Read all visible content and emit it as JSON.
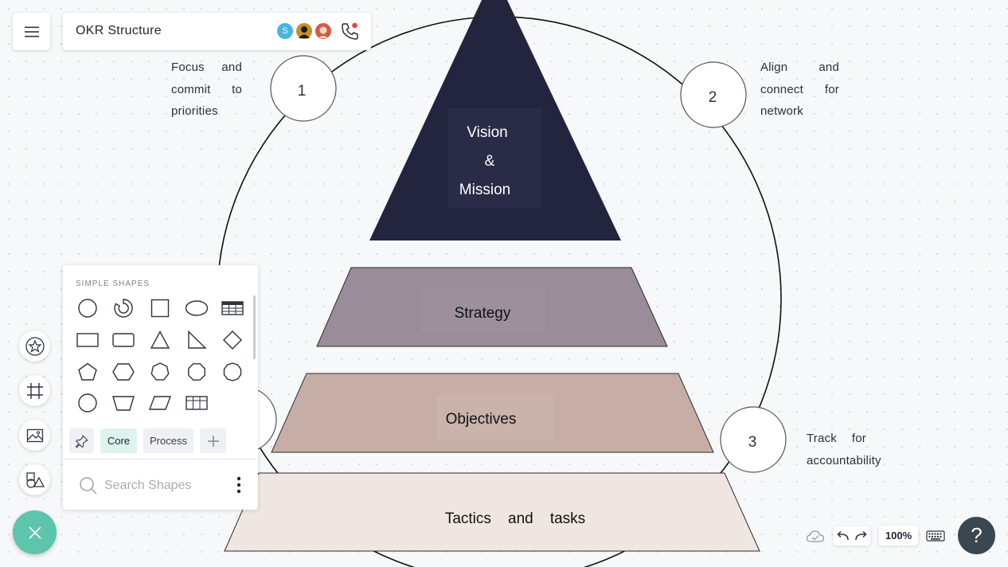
{
  "document": {
    "title": "OKR Structure"
  },
  "collaborators": [
    {
      "initial": "S",
      "color": "#4bb3e0"
    },
    {
      "initial": "",
      "color": "#c8902a"
    },
    {
      "initial": "",
      "color": "#d65a4a"
    }
  ],
  "diagram": {
    "pyramid": {
      "apex": {
        "lines": [
          "Vision",
          "&",
          "Mission"
        ],
        "color": "#23243d",
        "text_color": "#ffffff"
      },
      "strategy": {
        "label": "Strategy",
        "color": "#9a8c99"
      },
      "objectives": {
        "label": "Objectives",
        "color": "#c6aea7"
      },
      "tactics": {
        "label": "Tactics    and    tasks",
        "color": "#efe6e1"
      }
    },
    "markers": [
      {
        "number": "1",
        "text_lines": [
          "Focus and",
          "commit to",
          "priorities"
        ]
      },
      {
        "number": "2",
        "text_lines": [
          "Align and",
          "connect for",
          "network"
        ]
      },
      {
        "number": "3",
        "text_lines": [
          "Track for",
          "accountability"
        ]
      }
    ]
  },
  "shapes_panel": {
    "heading": "SIMPLE SHAPES",
    "shapes": [
      "circle",
      "partial-circle",
      "square",
      "ellipse",
      "table",
      "rectangle",
      "rounded-rectangle",
      "triangle",
      "right-triangle",
      "diamond",
      "pentagon",
      "hexagon",
      "heptagon",
      "octagon",
      "decagon",
      "dodecagon",
      "trapezoid",
      "parallelogram",
      "grid"
    ],
    "tabs": [
      {
        "label": "Core",
        "active": true
      },
      {
        "label": "Process",
        "active": false
      }
    ],
    "search_placeholder": "Search Shapes"
  },
  "toolbar": {
    "tools": [
      "star-shape-icon",
      "frame-icon",
      "image-icon",
      "shapes-icon"
    ]
  },
  "bottom_bar": {
    "zoom": "100%"
  },
  "colors": {
    "accent": "#5cc5ab",
    "help_bg": "#3a4650"
  }
}
